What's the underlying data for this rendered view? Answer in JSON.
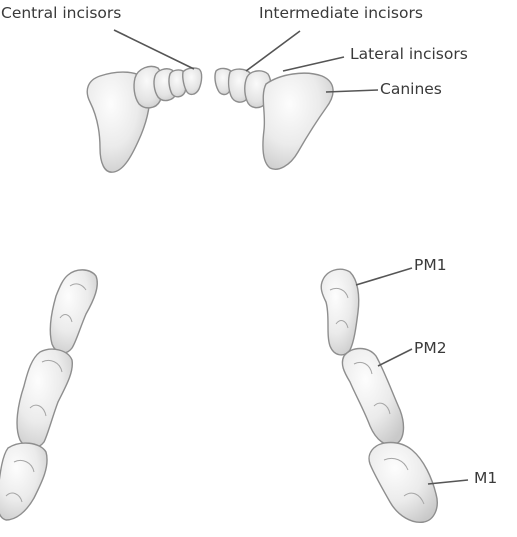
{
  "labels": {
    "central_incisors": "Central incisors",
    "intermediate_incisors": "Intermediate incisors",
    "lateral_incisors": "Lateral incisors",
    "canines": "Canines",
    "pm1": "PM1",
    "pm2": "PM2",
    "m1": "M1"
  },
  "colors": {
    "tooth_fill_light": "#fbfbfb",
    "tooth_fill_dark": "#cfcfcf",
    "outline": "#8e8e8e",
    "leader_line": "#555555",
    "text": "#3a3a3a"
  }
}
